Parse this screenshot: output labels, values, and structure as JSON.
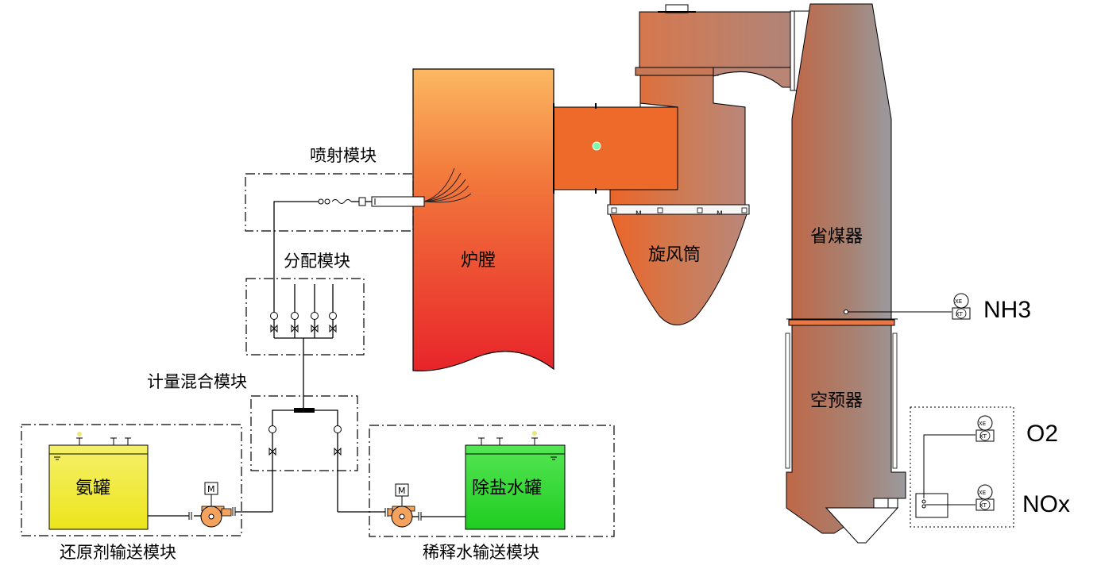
{
  "labels": {
    "furnace": "炉膛",
    "cyclone": "旋风筒",
    "economizer": "省煤器",
    "air_preheater": "空预器",
    "ammonia_tank": "氨罐",
    "demin_tank": "除盐水罐",
    "injection_module": "喷射模块",
    "distribution_module": "分配模块",
    "metering_module": "计量混合模块",
    "reductant_module": "还原剂输送模块",
    "dilution_module": "稀释水输送模块",
    "motor_left": "M",
    "motor_right": "M",
    "motor_cyclone_1": "M",
    "motor_cyclone_2": "M"
  },
  "instruments": {
    "nh3": {
      "label": "NH3",
      "top": "XE",
      "bottom": "XT"
    },
    "o2": {
      "label": "O2",
      "top": "XE",
      "bottom": "XT"
    },
    "nox": {
      "label": "NOx",
      "top": "XE",
      "bottom": "XT"
    }
  },
  "colors": {
    "furnace_top": "#fcb862",
    "furnace_bottom": "#e8242a",
    "cyclone_left": "#e06a30",
    "cyclone_right": "#b88a78",
    "tower_left": "#c06848",
    "tower_right": "#9b9a9e",
    "ammonia_tank": "#f1ec2a",
    "demin_tank": "#2bd62b",
    "pump": "#f4a35e",
    "indicator": "#7dffa6"
  }
}
